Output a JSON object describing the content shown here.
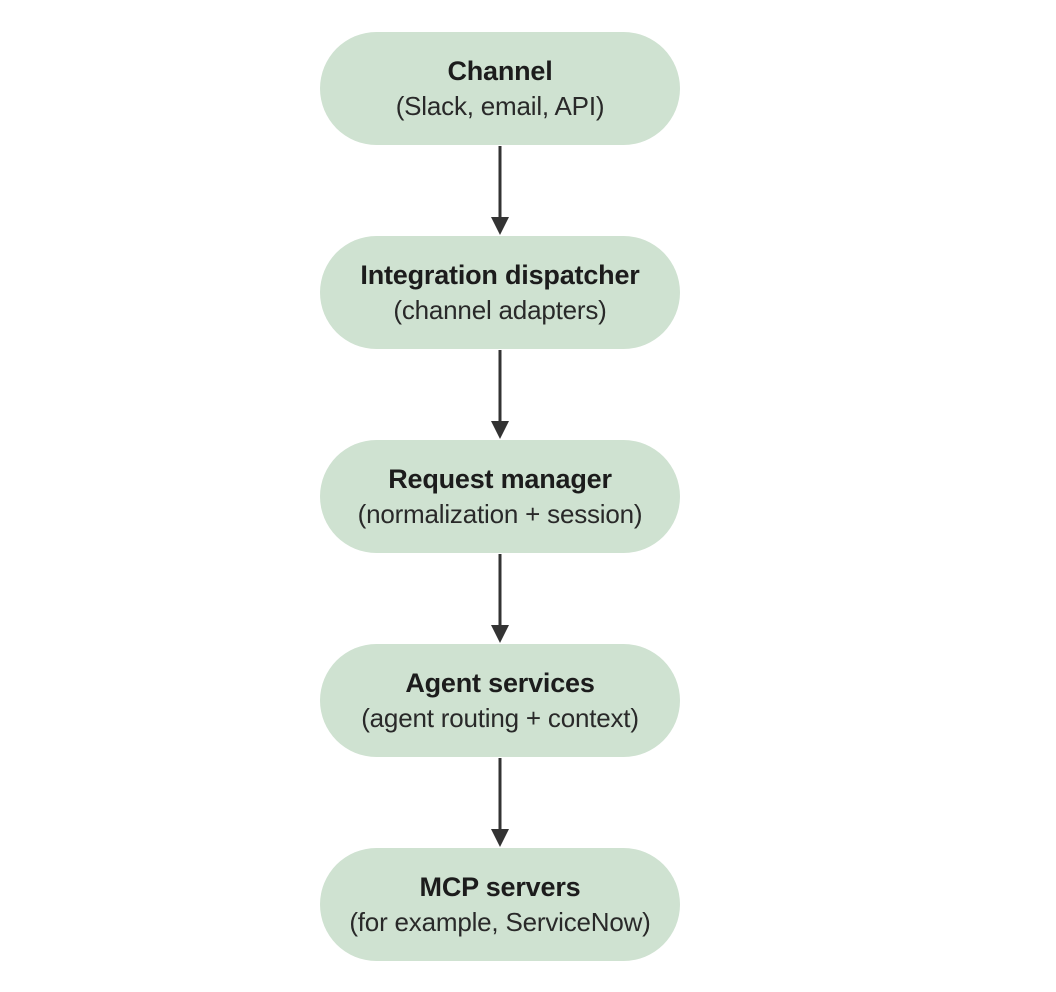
{
  "diagram": {
    "type": "flowchart",
    "direction": "top-to-bottom",
    "background_color": "#ffffff",
    "node_fill_color": "#cfe2d1",
    "title_text_color": "#1c1c1c",
    "subtitle_text_color": "#292929",
    "arrow_color": "#333333",
    "nodes": [
      {
        "title": "Channel",
        "subtitle": "(Slack, email, API)"
      },
      {
        "title": "Integration dispatcher",
        "subtitle": "(channel adapters)"
      },
      {
        "title": "Request manager",
        "subtitle": "(normalization + session)"
      },
      {
        "title": "Agent services",
        "subtitle": "(agent routing + context)"
      },
      {
        "title": "MCP servers",
        "subtitle": "(for example, ServiceNow)"
      }
    ],
    "edges": [
      {
        "from": "Channel",
        "to": "Integration dispatcher"
      },
      {
        "from": "Integration dispatcher",
        "to": "Request manager"
      },
      {
        "from": "Request manager",
        "to": "Agent services"
      },
      {
        "from": "Agent services",
        "to": "MCP servers"
      }
    ]
  }
}
